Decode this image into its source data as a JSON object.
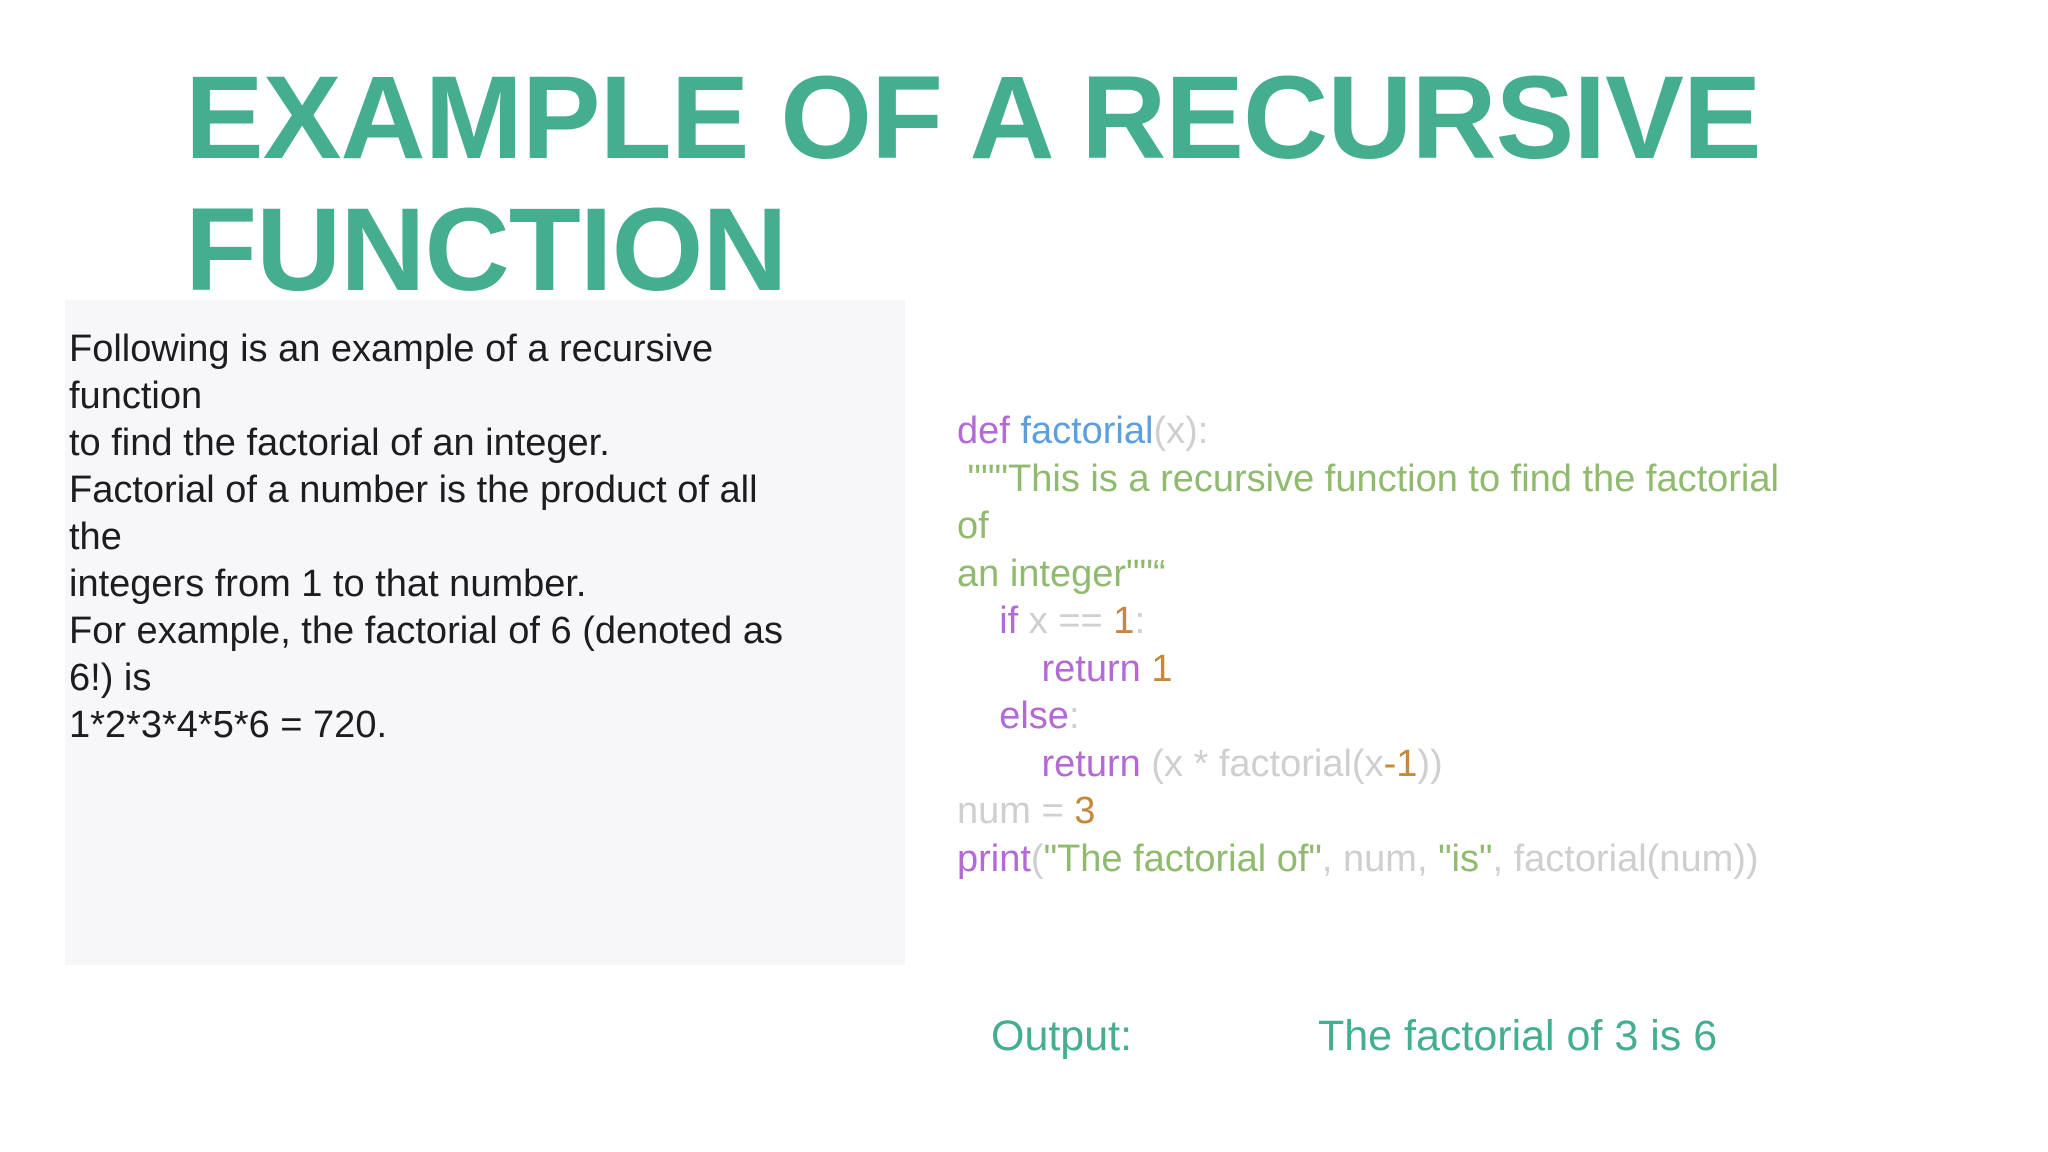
{
  "slide": {
    "title": "EXAMPLE OF A RECURSIVE\nFUNCTION",
    "description": "Following is an example of a recursive\nfunction\nto find the factorial of an integer.\nFactorial of a number is the product of all\nthe\nintegers from 1 to that number.\nFor example, the factorial of 6 (denoted as\n6!) is\n1*2*3*4*5*6 = 720.",
    "output_label": "Output:",
    "output_value": "The factorial of 3 is 6"
  },
  "code": {
    "language": "python",
    "lines": [
      [
        [
          "kw",
          "def"
        ],
        [
          "pl",
          " "
        ],
        [
          "fn",
          "factorial"
        ],
        [
          "pl",
          "(x):"
        ]
      ],
      [
        [
          "str",
          " \"\"\"This is a recursive function to find the factorial"
        ]
      ],
      [
        [
          "str",
          "of"
        ]
      ],
      [
        [
          "str",
          "an integer\"\"“"
        ]
      ],
      [
        [
          "pl",
          "    "
        ],
        [
          "kw",
          "if"
        ],
        [
          "pl",
          " x == "
        ],
        [
          "num",
          "1"
        ],
        [
          "pl",
          ":"
        ]
      ],
      [
        [
          "pl",
          "        "
        ],
        [
          "kw",
          "return"
        ],
        [
          "pl",
          " "
        ],
        [
          "num",
          "1"
        ]
      ],
      [
        [
          "pl",
          "    "
        ],
        [
          "kw",
          "else"
        ],
        [
          "pl",
          ":"
        ]
      ],
      [
        [
          "pl",
          "        "
        ],
        [
          "kw",
          "return"
        ],
        [
          "pl",
          " (x * factorial(x"
        ],
        [
          "num",
          "-1"
        ],
        [
          "pl",
          "))"
        ]
      ],
      [
        [
          "pl",
          "num = "
        ],
        [
          "num",
          "3"
        ]
      ],
      [
        [
          "kw",
          "print"
        ],
        [
          "pl",
          "("
        ],
        [
          "str",
          "\"The factorial of\""
        ],
        [
          "pl",
          ", num, "
        ],
        [
          "str",
          "\"is\""
        ],
        [
          "pl",
          ", factorial(num))"
        ]
      ]
    ]
  },
  "colors": {
    "accent": "#45ae8f",
    "keyword": "#b36ad6",
    "function": "#5ba0de",
    "string": "#90ba6e",
    "number": "#c5883c",
    "muted": "#cfcfcf",
    "text": "#1d1d1f",
    "panel": "#f7f7f9"
  }
}
